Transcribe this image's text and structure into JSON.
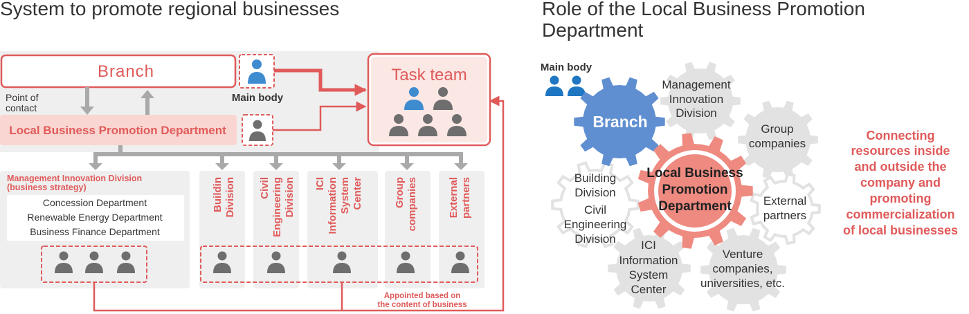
{
  "left": {
    "title": "System to promote regional businesses",
    "branch": "Branch",
    "point_of_contact": [
      "Point of",
      "contact"
    ],
    "main_body": "Main body",
    "task_team": "Task team",
    "lbpd": "Local Business Promotion Department",
    "mid": {
      "header": [
        "Management Innovation Division",
        "(business strategy)"
      ],
      "departments": [
        "Concession Department",
        "Renewable Energy Department",
        "Business Finance Department"
      ]
    },
    "columns": [
      [
        "Buildin",
        "Division"
      ],
      [
        "Civil",
        "Engineering",
        "Division"
      ],
      [
        "ICI",
        "Information",
        "System",
        "Center"
      ],
      [
        "Group",
        "companies"
      ],
      [
        "External",
        "partners"
      ]
    ],
    "appointed": [
      "Appointed based on",
      "the content of business"
    ]
  },
  "right": {
    "title": [
      "Role of the Local Business Promotion",
      "Department"
    ],
    "main_body": "Main body",
    "branch": "Branch",
    "lbpd": [
      "Local Business",
      "Promotion",
      "Department"
    ],
    "gears": {
      "management": [
        "Management",
        "Innovation",
        "Division"
      ],
      "group": [
        "Group",
        "companies"
      ],
      "building": [
        "Building",
        "Division"
      ],
      "civil": [
        "Civil",
        "Engineering",
        "Division"
      ],
      "external": [
        "External",
        "partners"
      ],
      "ici": [
        "ICI",
        "Information",
        "System",
        "Center"
      ],
      "venture": [
        "Venture",
        "companies,",
        "universities, etc."
      ]
    },
    "connecting": [
      "Connecting",
      "resources inside",
      "and outside the",
      "company and",
      "promoting",
      "commercialization",
      "of local businesses"
    ]
  },
  "colors": {
    "red": "#e05a5a",
    "pink_fill": "#f9d6d1",
    "gray_panel": "#efefef",
    "gray_arrow": "#a9a9a9",
    "person_gray": "#6e6e6e",
    "person_blue": "#3f8bd0",
    "gear_gray": "#e2e2e2",
    "gear_blue": "#5f8fd0",
    "gear_red": "#ee8a80"
  }
}
